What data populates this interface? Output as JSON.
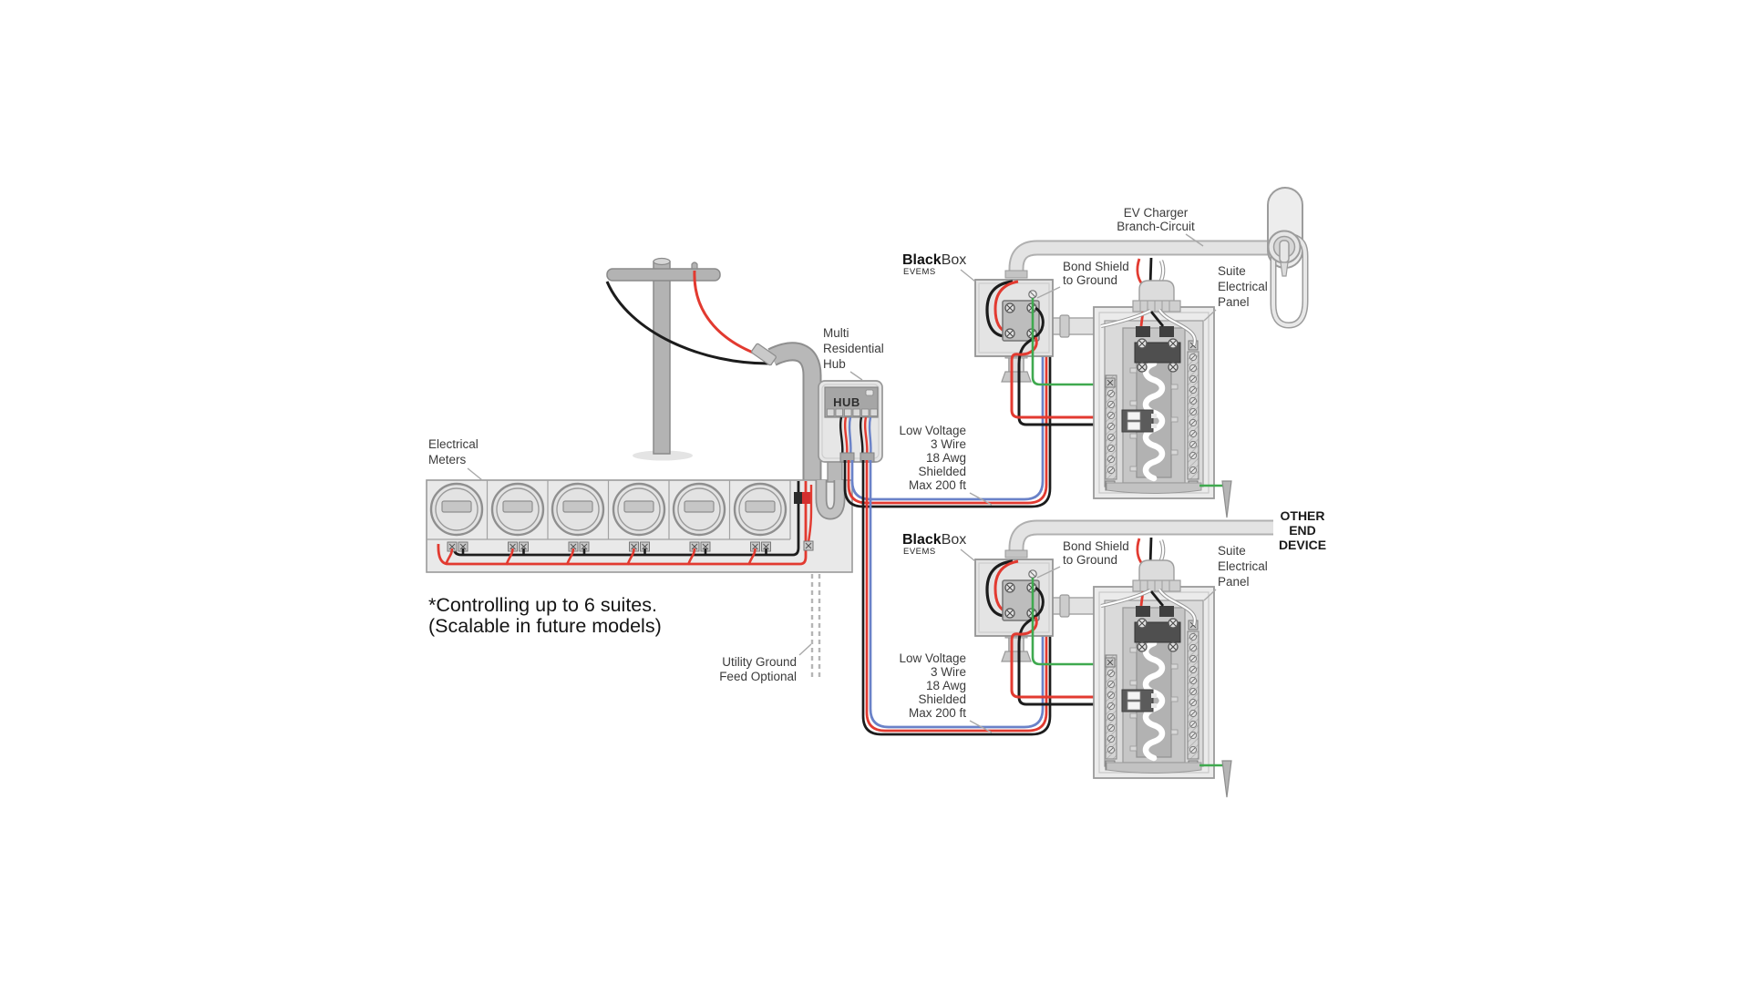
{
  "diagram_title": "BlackBox EVEMS multi-residential EV charging wiring diagram",
  "labels": {
    "electrical_meters": [
      "Electrical",
      "Meters"
    ],
    "multi_residential_hub": [
      "Multi",
      "Residential",
      "Hub"
    ],
    "hub_device": "HUB",
    "blackbox_brand_bold": "Black",
    "blackbox_brand_rest": "Box",
    "blackbox_sub": "EVEMS",
    "bond_shield": [
      "Bond Shield",
      "to Ground"
    ],
    "ev_charger_branch": [
      "EV Charger",
      "Branch-Circuit"
    ],
    "suite_panel": [
      "Suite",
      "Electrical",
      "Panel"
    ],
    "low_voltage": [
      "Low Voltage",
      "3 Wire",
      "18 Awg",
      "Shielded",
      "Max 200 ft"
    ],
    "other_end_device": [
      "OTHER",
      "END",
      "DEVICE"
    ],
    "utility_ground": [
      "Utility Ground",
      "Feed Optional"
    ],
    "controlling_note": [
      "*Controlling up to 6 suites.",
      "(Scalable in future models)"
    ]
  },
  "meters_count": 6,
  "colors": {
    "wire_black": "#1c1c1c",
    "wire_red": "#e23a30",
    "wire_green": "#3fa94f",
    "wire_blue": "#6a82c8",
    "wire_white": "#ffffff",
    "conduit_gray": "#b2b2b2",
    "conduit_light": "#e3e3e3",
    "enclosure_fill": "#e9e9e9",
    "outline_gray": "#8f8f8f",
    "label_text": "#3b3b3b"
  }
}
